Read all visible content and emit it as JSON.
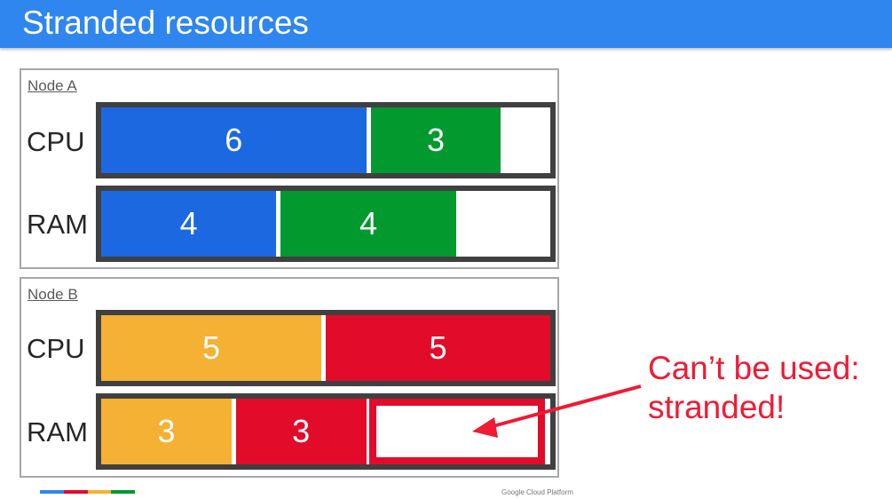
{
  "slide": {
    "title": "Stranded resources"
  },
  "nodes": [
    {
      "label": "Node A",
      "capacity": 10,
      "rows": [
        {
          "label": "CPU",
          "segments": [
            {
              "value": 6,
              "text": "6",
              "color": "#1c68e0"
            },
            {
              "value": 3,
              "text": "3",
              "color": "#02992f"
            }
          ]
        },
        {
          "label": "RAM",
          "segments": [
            {
              "value": 4,
              "text": "4",
              "color": "#1c68e0"
            },
            {
              "value": 4,
              "text": "4",
              "color": "#02992f"
            }
          ]
        }
      ]
    },
    {
      "label": "Node B",
      "capacity": 10,
      "rows": [
        {
          "label": "CPU",
          "segments": [
            {
              "value": 5,
              "text": "5",
              "color": "#f4b133"
            },
            {
              "value": 5,
              "text": "5",
              "color": "#e30b2a"
            }
          ]
        },
        {
          "label": "RAM",
          "segments": [
            {
              "value": 3,
              "text": "3",
              "color": "#f4b133"
            },
            {
              "value": 3,
              "text": "3",
              "color": "#e30b2a"
            }
          ],
          "stranded": true
        }
      ]
    }
  ],
  "callout": {
    "line1": "Can’t be used:",
    "line2": "stranded!",
    "color": "#f01a33"
  },
  "footer": {
    "text": "Google Cloud Platform",
    "strip_colors": [
      "#2f86ee",
      "#e30b2a",
      "#f4b133",
      "#02992f"
    ]
  }
}
